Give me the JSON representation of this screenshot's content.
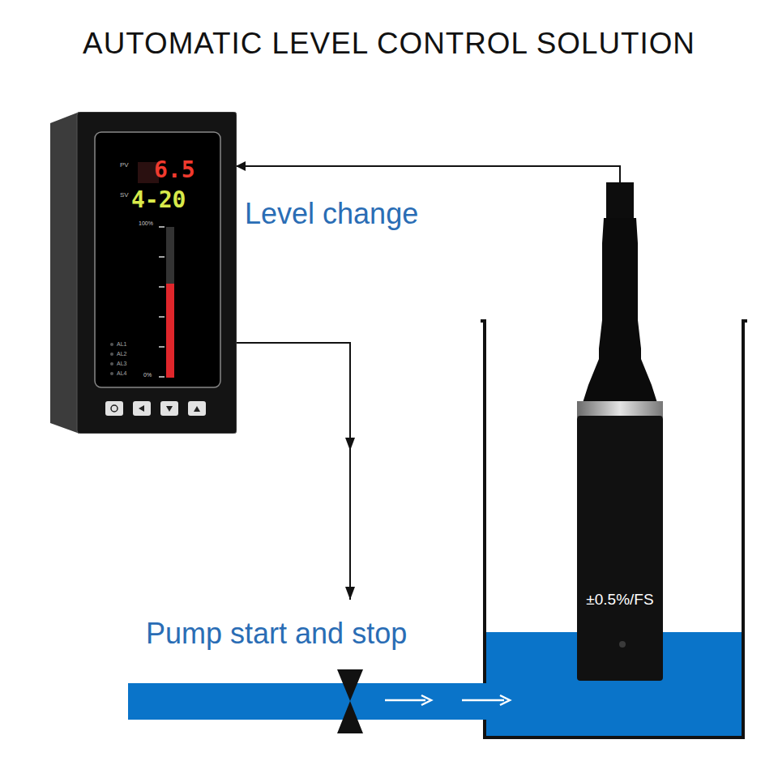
{
  "diagram": {
    "title": "AUTOMATIC LEVEL CONTROL SOLUTION",
    "nodes": [
      {
        "text": [
          "PV",
          "6.5",
          "SV",
          "4-20",
          "100%",
          "0%",
          "AL1",
          "AL2",
          "AL3",
          "AL4"
        ]
      },
      {
        "text": [
          "±0.5%/FS"
        ]
      }
    ],
    "edges": [
      {
        "from": 1,
        "to": 0,
        "arrow": "to"
      }
    ],
    "labels": [
      "Level change",
      "Pump start and stop"
    ]
  }
}
